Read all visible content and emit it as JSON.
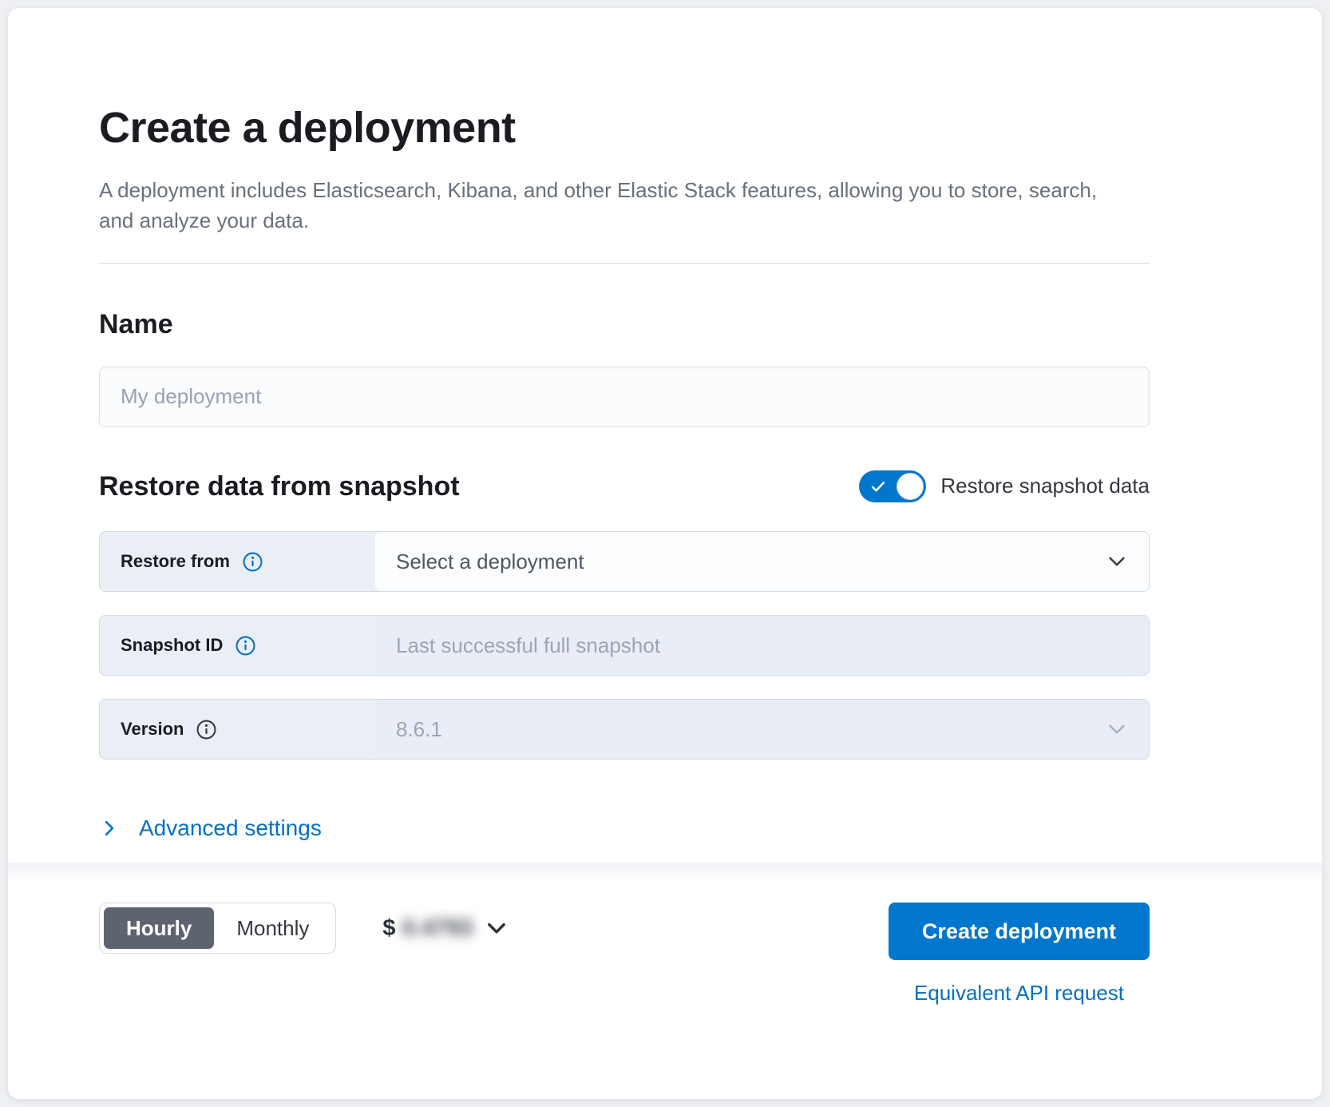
{
  "header": {
    "title": "Create a deployment",
    "subtitle": "A deployment includes Elasticsearch, Kibana, and other Elastic Stack features, allowing you to store, search, and analyze your data."
  },
  "name_section": {
    "heading": "Name",
    "placeholder": "My deployment",
    "value": ""
  },
  "snapshot_section": {
    "heading": "Restore data from snapshot",
    "toggle_label": "Restore snapshot data",
    "toggle_on": true,
    "rows": [
      {
        "label": "Restore from",
        "value": "Select a deployment",
        "type": "select",
        "enabled": true,
        "info_icon_color": "#0071c2",
        "has_chevron": true
      },
      {
        "label": "Snapshot ID",
        "value": "Last successful full snapshot",
        "type": "text",
        "enabled": false,
        "info_icon_color": "#0071c2",
        "has_chevron": false
      },
      {
        "label": "Version",
        "value": "8.6.1",
        "type": "select",
        "enabled": false,
        "info_icon_color": "#343741",
        "has_chevron": true
      }
    ]
  },
  "advanced": {
    "label": "Advanced settings"
  },
  "footer": {
    "billing_toggle": {
      "hourly": "Hourly",
      "monthly": "Monthly",
      "selected": "Hourly"
    },
    "price": {
      "currency": "$",
      "amount": "0.4793",
      "blurred": true
    },
    "create_button": "Create deployment",
    "api_link": "Equivalent API request"
  },
  "icons": [
    "info-icon",
    "chevron-down-icon",
    "chevron-right-icon",
    "check-icon",
    "toggle-knob"
  ],
  "colors": {
    "primary": "#0077cc",
    "link": "#0071c2",
    "selected_segment": "#5e646f",
    "border": "#d3dae6",
    "label_cell_bg": "#eaeef5",
    "disabled_field_bg": "#e9edf5",
    "text_dark": "#1a1c21",
    "text_secondary": "#69707d",
    "text_placeholder": "#98a2b3",
    "page_bg": "#eef0f3"
  }
}
